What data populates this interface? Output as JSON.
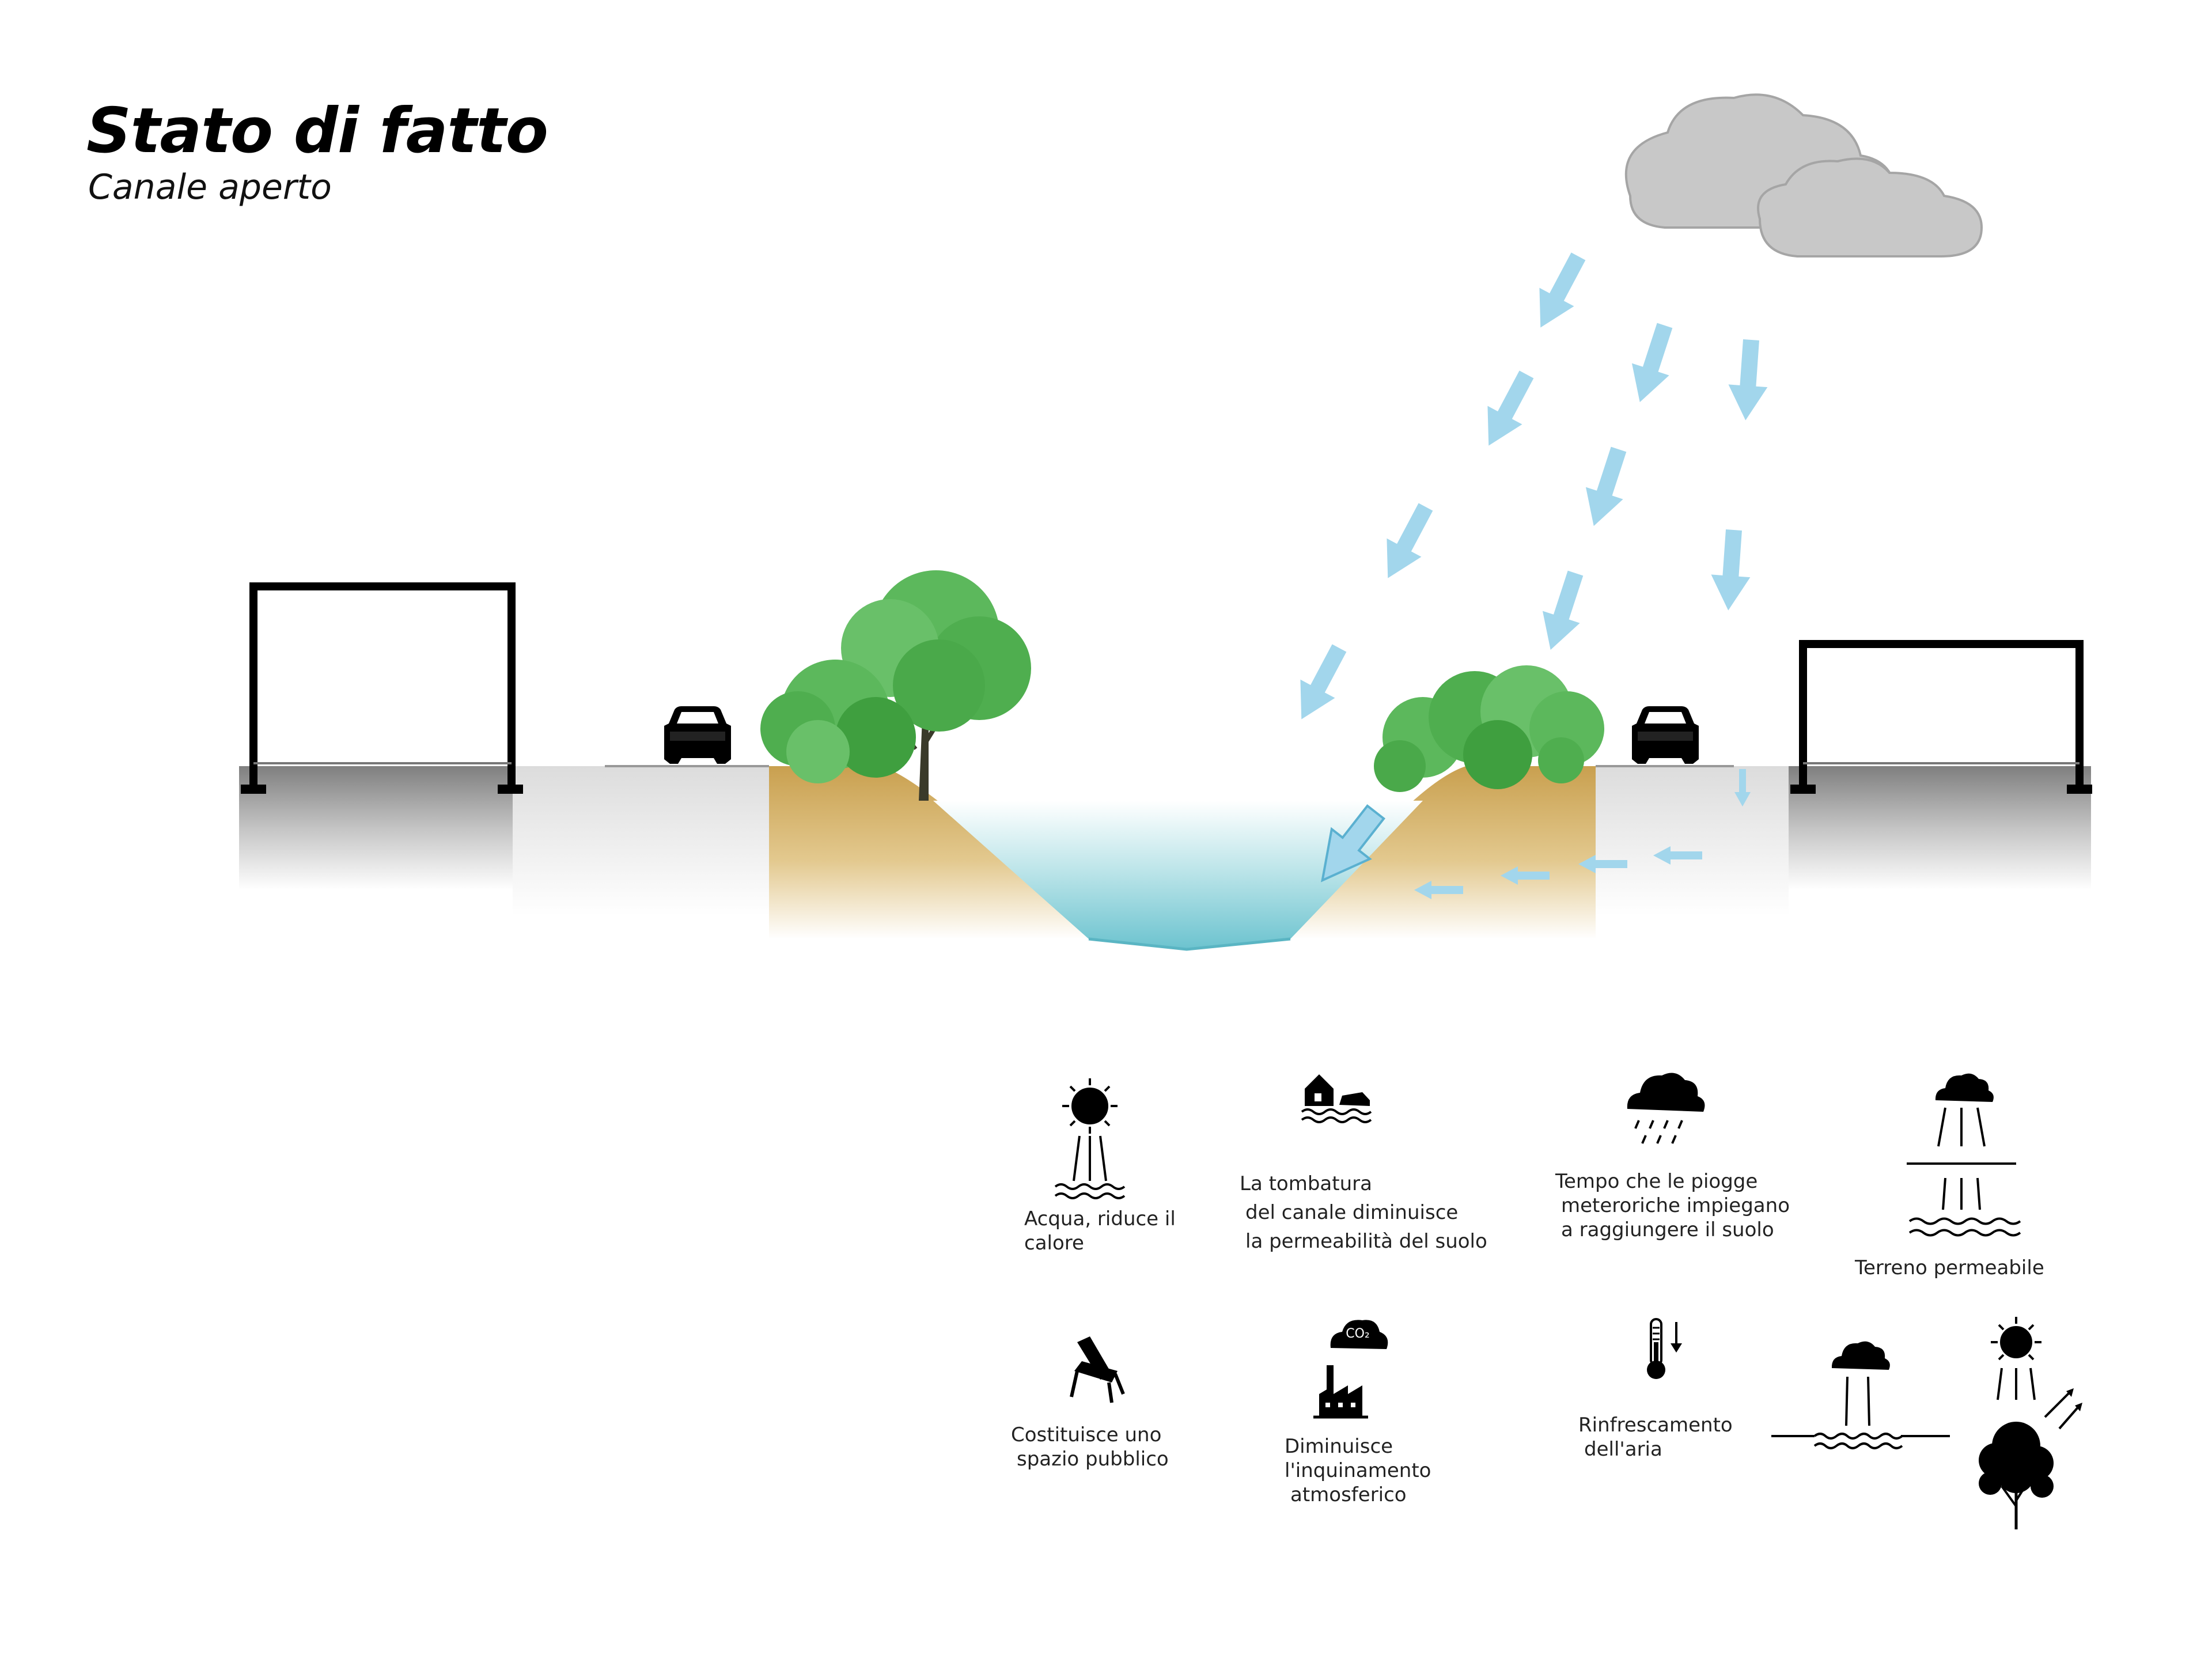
{
  "title": "Stato di fatto",
  "subtitle": "Canale aperto",
  "legend": {
    "acqua": [
      "Acqua, riduce il",
      "calore"
    ],
    "tombatura": [
      "La tombatura",
      "del canale diminuisce",
      "la permeabilità del suolo"
    ],
    "tempo": [
      "Tempo che le piogge",
      "meteroriche impiegano",
      "a raggiungere il suolo"
    ],
    "terreno": [
      "Terreno permeabile"
    ],
    "spazio": [
      "Costituisce uno",
      "spazio pubblico"
    ],
    "inquinamento": [
      "Diminuisce",
      "l'inquinamento",
      "atmosferico"
    ],
    "rinfrescamento": [
      "Rinfrescamento",
      "dell'aria"
    ]
  },
  "colors": {
    "water": "#8fd3db",
    "soil": "#d2ab5c",
    "rain_arrow": "#9fd4ea",
    "cloud": "#c8c8c8",
    "foliage": "#5cb85c",
    "ink": "#000000"
  },
  "icons": {
    "sun_water": "sun-rays-water-icon",
    "flooded_house_car": "flood-house-car-icon",
    "rain_cloud": "rain-cloud-icon",
    "permeable_ground": "rain-permeable-ground-icon",
    "bench": "bench-icon",
    "factory_co2": "factory-co2-icon",
    "thermometer": "thermometer-down-icon",
    "rain_ground": "rain-ground-icon",
    "sun_tree": "sun-tree-icon"
  }
}
